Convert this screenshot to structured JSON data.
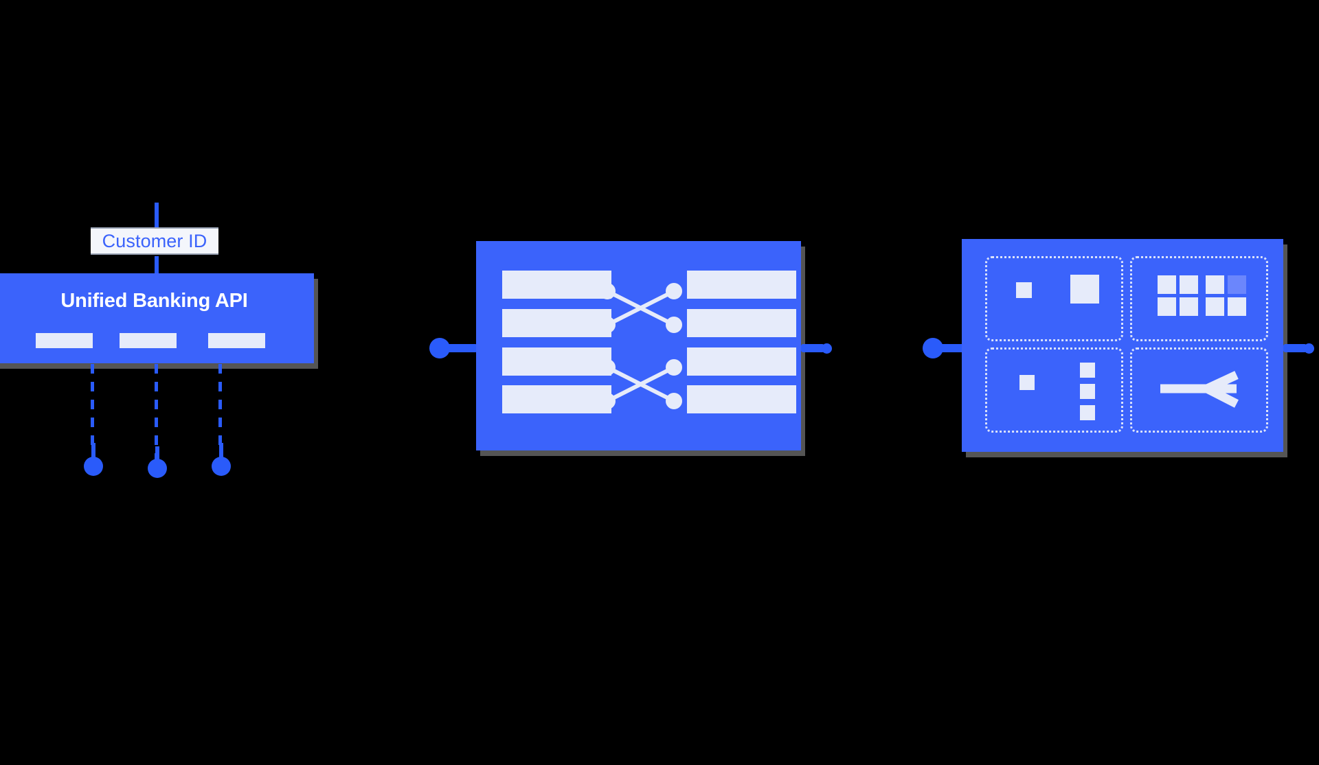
{
  "diagram": {
    "background_color": "#000000",
    "accent_color": "#3b63fb",
    "line_color": "#2a5bfa",
    "surface_color": "#e6ebfa",
    "title": "Unified Banking API integration diagram"
  },
  "left_group": {
    "input_label": {
      "text": "Customer ID",
      "text_color": "#3b63fb",
      "background": "#f4f6fb"
    },
    "api_box": {
      "title": "Unified Banking API",
      "title_color": "#ffffff",
      "slots": [
        {
          "name": "slot-1",
          "label": ""
        },
        {
          "name": "slot-2",
          "label": ""
        },
        {
          "name": "slot-3",
          "label": ""
        }
      ]
    },
    "downstream_branches": [
      {
        "name": "branch-1",
        "label": ""
      },
      {
        "name": "branch-2",
        "label": ""
      },
      {
        "name": "branch-3",
        "label": ""
      }
    ]
  },
  "middle_group": {
    "name": "routing-matrix",
    "input_connector": {
      "name": "input-port"
    },
    "output_connector": {
      "name": "output-port"
    },
    "left_rows": [
      {
        "name": "left-row-1",
        "label": ""
      },
      {
        "name": "left-row-2",
        "label": ""
      },
      {
        "name": "left-row-3",
        "label": ""
      },
      {
        "name": "left-row-4",
        "label": ""
      }
    ],
    "right_rows": [
      {
        "name": "right-row-1",
        "label": ""
      },
      {
        "name": "right-row-2",
        "label": ""
      },
      {
        "name": "right-row-3",
        "label": ""
      },
      {
        "name": "right-row-4",
        "label": ""
      }
    ],
    "crossings": [
      {
        "name": "crossing-upper"
      },
      {
        "name": "crossing-lower"
      }
    ]
  },
  "right_group": {
    "name": "capability-grid",
    "input_connector": {
      "name": "input-port"
    },
    "output_connector": {
      "name": "output-port"
    },
    "quadrants": [
      {
        "name": "quadrant-top-left",
        "label": ""
      },
      {
        "name": "quadrant-top-right",
        "label": ""
      },
      {
        "name": "quadrant-bottom-left",
        "label": ""
      },
      {
        "name": "quadrant-bottom-right",
        "label": ""
      }
    ],
    "highlight_color": "#6b86fc"
  }
}
